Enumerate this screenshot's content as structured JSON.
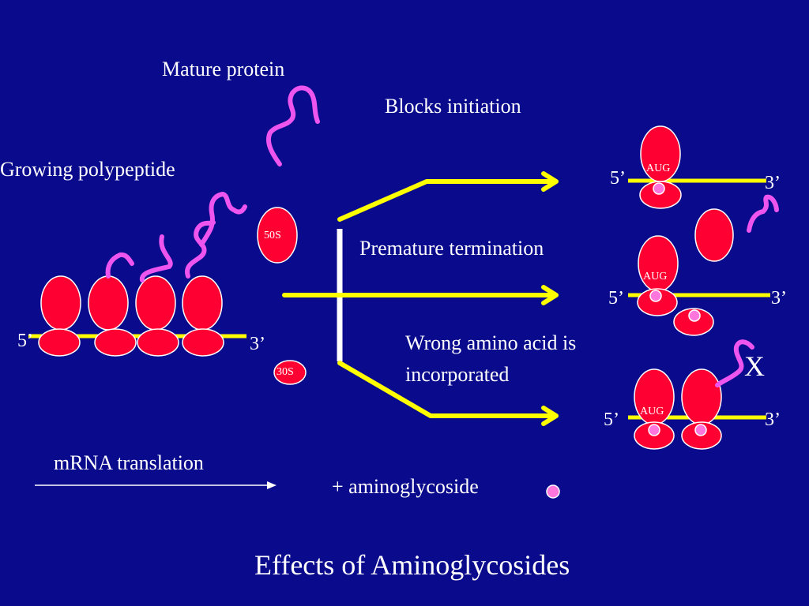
{
  "title": "Effects of Aminoglycosides",
  "labels": {
    "mature_protein": "Mature protein",
    "growing_polypeptide": "Growing polypeptide",
    "blocks_initiation": "Blocks initiation",
    "premature_termination": "Premature termination",
    "wrong_amino_acid_line1": "Wrong amino acid is",
    "wrong_amino_acid_line2": "incorporated",
    "mrna_translation": "mRNA translation",
    "aminoglycoside_legend": "+ aminoglycoside",
    "five_prime": "5’",
    "three_prime": "3’",
    "subunit_50s": "50S",
    "subunit_30s": "30S",
    "aug": "AUG",
    "x_mark": "X"
  },
  "colors": {
    "background": "#0a0a8c",
    "ribosome": "#ff0033",
    "mrna": "#ffff00",
    "polypeptide": "#ee55ee",
    "aminoglycoside": "#ff77dd",
    "text": "#ffffff"
  }
}
